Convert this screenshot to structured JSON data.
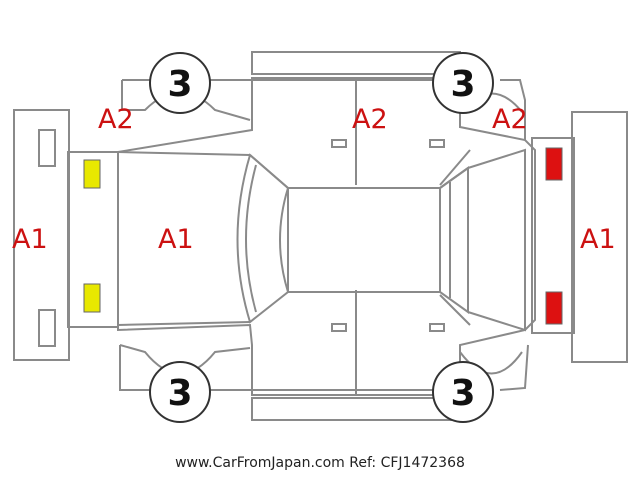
{
  "labels": {
    "front_bumper": "A1",
    "hood": "A1",
    "rear_bumper": "A1",
    "front_left_fender": "A2",
    "left_side": "A2",
    "rear_left_quarter": "A2"
  },
  "wheels": {
    "front_left": "3",
    "rear_left": "3",
    "front_right": "3",
    "rear_right": "3"
  },
  "lights": {
    "front_color": "#e8e800",
    "rear_color": "#dd1111"
  },
  "footer": "www.CarFromJapan.com Ref: CFJ1472368"
}
